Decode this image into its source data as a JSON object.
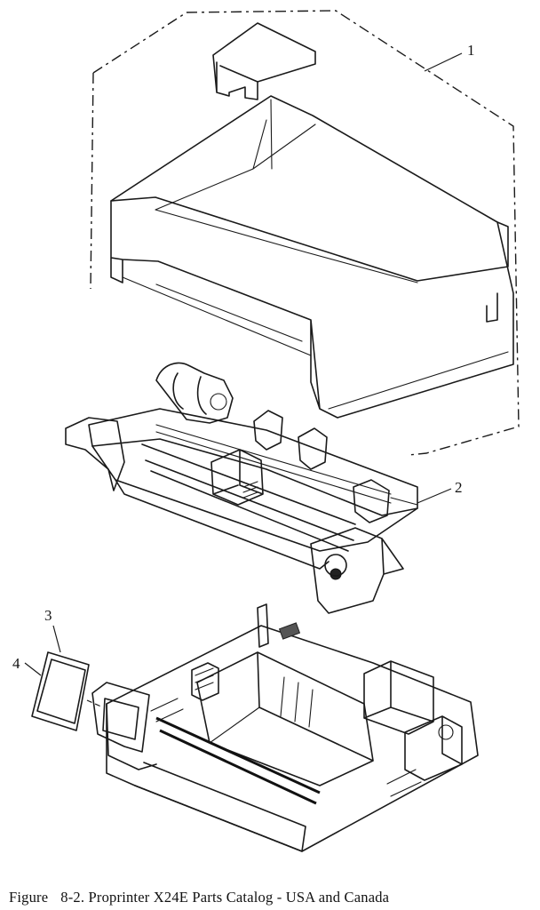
{
  "callouts": [
    {
      "id": "1"
    },
    {
      "id": "2"
    },
    {
      "id": "3"
    },
    {
      "id": "4"
    }
  ],
  "caption": {
    "label": "Figure",
    "text": "8-2. Proprinter X24E Parts Catalog - USA and Canada"
  }
}
